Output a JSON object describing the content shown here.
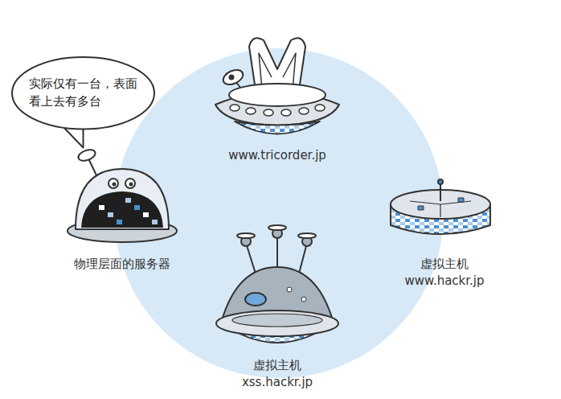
{
  "diagram": {
    "nodes": [
      {
        "text": [
          "实际仅有一台，表面看上去有多台"
        ]
      }
    ],
    "labels": [
      "www.tricorder.jp",
      "物理层面的服务器",
      "虚拟主机 www.hackr.jp",
      "虚拟主机 xss.hackr.jp"
    ]
  }
}
